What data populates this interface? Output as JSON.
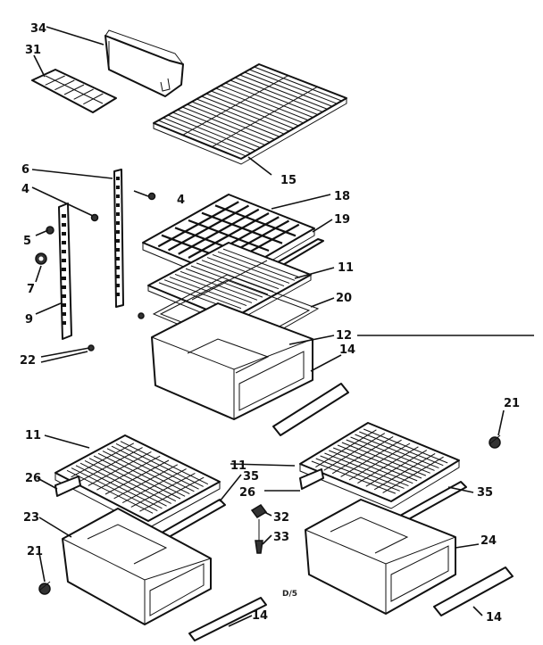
{
  "diagram": {
    "note": "D/5",
    "callouts": {
      "c34": "34",
      "c31": "31",
      "c15": "15",
      "c6": "6",
      "c4a": "4",
      "c4b": "4",
      "c5": "5",
      "c7": "7",
      "c9": "9",
      "c22": "22",
      "c18": "18",
      "c19": "19",
      "c11a": "11",
      "c20": "20",
      "c12": "12",
      "c14a": "14",
      "c21a": "21",
      "c11b": "11",
      "c26a": "26",
      "c35a": "35",
      "c23": "23",
      "c21b": "21",
      "c32": "32",
      "c33": "33",
      "c14b": "14",
      "c11c": "11",
      "c26b": "26",
      "c35b": "35",
      "c24": "24",
      "c14c": "14"
    }
  }
}
